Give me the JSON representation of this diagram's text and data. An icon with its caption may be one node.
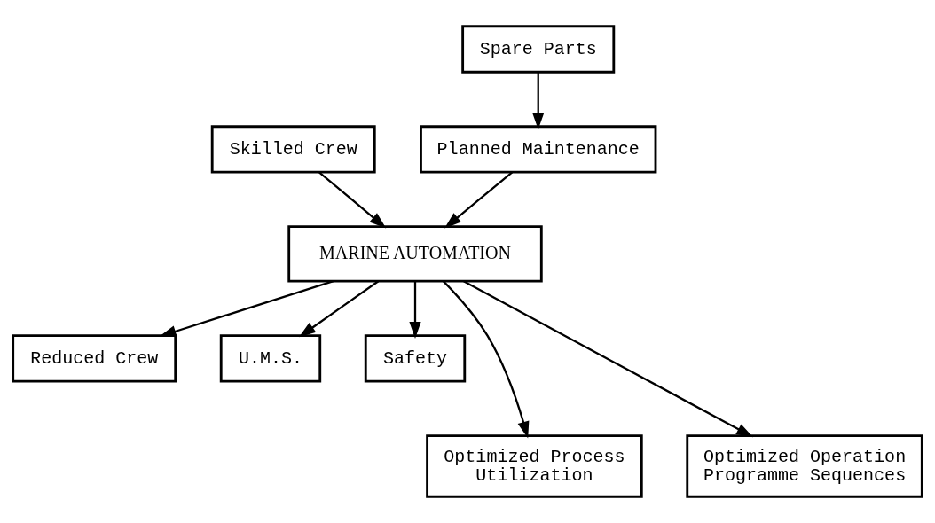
{
  "diagram": {
    "nodes": [
      {
        "text": [
          "Skilled Crew"
        ]
      },
      {
        "text": [
          "Spare Parts"
        ]
      },
      {
        "text": [
          "Planned Maintenance"
        ]
      },
      {
        "text": [
          "MARINE AUTOMATION"
        ]
      },
      {
        "text": [
          "Reduced Crew"
        ]
      },
      {
        "text": [
          "U.M.S."
        ]
      },
      {
        "text": [
          "Safety"
        ]
      },
      {
        "text": [
          "Optimized Process Utilization"
        ]
      },
      {
        "text": [
          "Optimized Operation Programme Sequences"
        ]
      }
    ],
    "edges": [
      {
        "from": 1,
        "to": 2,
        "arrow": "to"
      },
      {
        "from": 0,
        "to": 3,
        "arrow": "to"
      },
      {
        "from": 2,
        "to": 3,
        "arrow": "to"
      },
      {
        "from": 3,
        "to": 4,
        "arrow": "to"
      },
      {
        "from": 3,
        "to": 5,
        "arrow": "to"
      },
      {
        "from": 3,
        "to": 6,
        "arrow": "to"
      },
      {
        "from": 3,
        "to": 7,
        "arrow": "to"
      },
      {
        "from": 3,
        "to": 8,
        "arrow": "to"
      }
    ]
  }
}
